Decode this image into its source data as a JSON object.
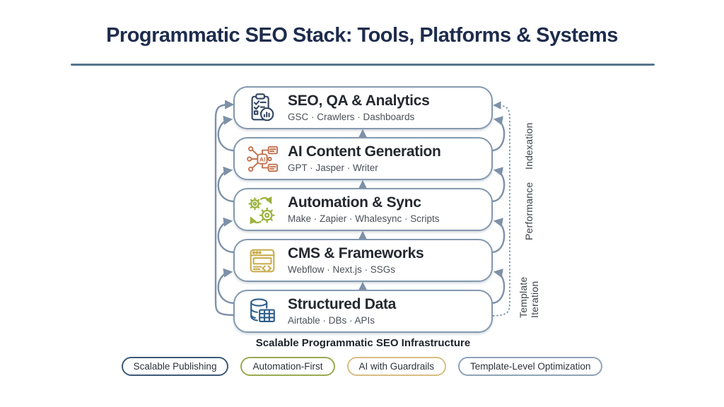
{
  "header": {
    "title": "Programmatic SEO Stack: Tools, Platforms & Systems"
  },
  "stack": {
    "boxes": [
      {
        "title": "SEO, QA & Analytics",
        "subtitle": "GSC · Crawlers · Dashboards",
        "icon": "clipboard-analytics-icon",
        "icon_color": "#33465f"
      },
      {
        "title": "AI Content Generation",
        "subtitle": "GPT · Jasper · Writer",
        "icon": "ai-network-icon",
        "icon_color": "#c2724e"
      },
      {
        "title": "Automation & Sync",
        "subtitle": "Make · Zapier · Whalesync · Scripts",
        "icon": "sync-gears-icon",
        "icon_color": "#9cb23c"
      },
      {
        "title": "CMS & Frameworks",
        "subtitle": "Webflow · Next.js · SSGs",
        "icon": "browser-code-icon",
        "icon_color": "#c9ad4e"
      },
      {
        "title": "Structured Data",
        "subtitle": "Airtable · DBs · APIs",
        "icon": "database-table-icon",
        "icon_color": "#2e5f8a"
      }
    ],
    "caption": "Scalable Programmatic SEO Infrastructure",
    "flow": "upward arrows between layers on both sides, dotted feedback loop from Structured Data to SEO, QA & Analytics"
  },
  "side_labels": [
    {
      "label": "Indexation"
    },
    {
      "label": "Performance"
    },
    {
      "label": "Template Iteration"
    }
  ],
  "badges": [
    {
      "label": "Scalable Publishing",
      "border_color": "#3c5a78"
    },
    {
      "label": "Automation-First",
      "border_color": "#9aaa50"
    },
    {
      "label": "AI with Guardrails",
      "border_color": "#d9bd82"
    },
    {
      "label": "Template-Level Optimization",
      "border_color": "#8ea3b8"
    }
  ],
  "colors": {
    "background": "#ffffff",
    "title_text": "#1e2c4d",
    "divider": "#56758f",
    "box_border": "#8499af",
    "connector": "#7d91a8"
  }
}
